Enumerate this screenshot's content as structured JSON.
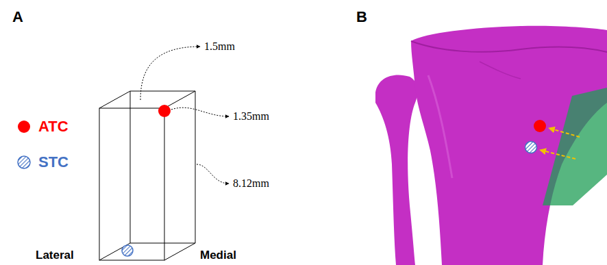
{
  "diagram": {
    "labels": [
      "A",
      "B",
      "1.5mm",
      "1.35mm",
      "8.12mm",
      "Lateral",
      "Medial"
    ],
    "legend": [
      {
        "text": "ATC",
        "color": "#ff0000"
      },
      {
        "text": "STC"
      }
    ]
  }
}
